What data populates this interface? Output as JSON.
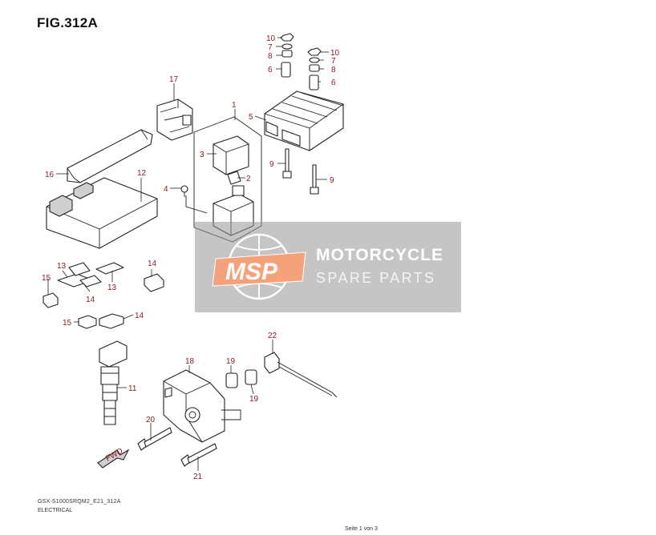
{
  "figure": {
    "title": "FIG.312A"
  },
  "callouts": [
    {
      "id": "c1",
      "label": "1"
    },
    {
      "id": "c2",
      "label": "2"
    },
    {
      "id": "c3",
      "label": "3"
    },
    {
      "id": "c4",
      "label": "4"
    },
    {
      "id": "c5",
      "label": "5"
    },
    {
      "id": "c6a",
      "label": "6"
    },
    {
      "id": "c6b",
      "label": "6"
    },
    {
      "id": "c7a",
      "label": "7"
    },
    {
      "id": "c7b",
      "label": "7"
    },
    {
      "id": "c8a",
      "label": "8"
    },
    {
      "id": "c8b",
      "label": "8"
    },
    {
      "id": "c9a",
      "label": "9"
    },
    {
      "id": "c9b",
      "label": "9"
    },
    {
      "id": "c10a",
      "label": "10"
    },
    {
      "id": "c10b",
      "label": "10"
    },
    {
      "id": "c11",
      "label": "11"
    },
    {
      "id": "c12",
      "label": "12"
    },
    {
      "id": "c13a",
      "label": "13"
    },
    {
      "id": "c13b",
      "label": "13"
    },
    {
      "id": "c14a",
      "label": "14"
    },
    {
      "id": "c14b",
      "label": "14"
    },
    {
      "id": "c14c",
      "label": "14"
    },
    {
      "id": "c15a",
      "label": "15"
    },
    {
      "id": "c15b",
      "label": "15"
    },
    {
      "id": "c16",
      "label": "16"
    },
    {
      "id": "c17",
      "label": "17"
    },
    {
      "id": "c18",
      "label": "18"
    },
    {
      "id": "c19a",
      "label": "19"
    },
    {
      "id": "c19b",
      "label": "19"
    },
    {
      "id": "c20",
      "label": "20"
    },
    {
      "id": "c21",
      "label": "21"
    },
    {
      "id": "c22",
      "label": "22"
    }
  ],
  "fwd_arrow": {
    "label": "FWD"
  },
  "watermark": {
    "logo_text": "MSP",
    "line1": "MOTORCYCLE",
    "line2": "SPARE PARTS",
    "logo_color": "#f5a27c"
  },
  "footer": {
    "model_code": "GSX-S1000SRQM2_E21_312A",
    "section": "ELECTRICAL",
    "page": "Seite 1 von 3"
  }
}
